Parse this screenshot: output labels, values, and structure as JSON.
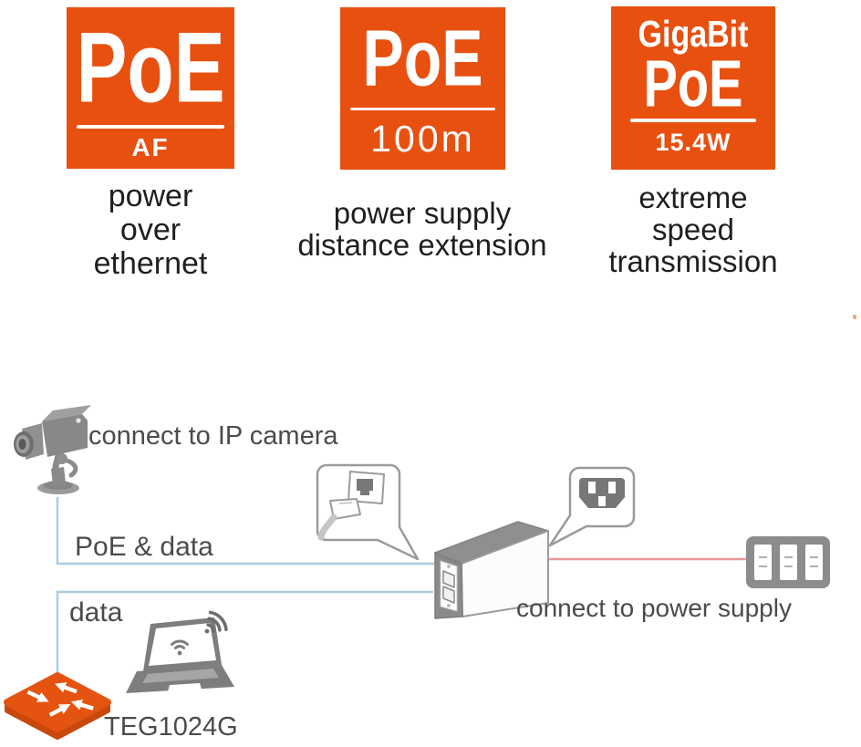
{
  "features": [
    {
      "logo_main": "PoE",
      "logo_sub": "AF",
      "caption": "power\nover\nethernet"
    },
    {
      "logo_main": "PoE",
      "logo_sub": "100m",
      "caption": "power supply\ndistance extension"
    },
    {
      "logo_top": "GigaBit",
      "logo_main": "PoE",
      "logo_sub": "15.4W",
      "caption": "extreme\nspeed\ntransmission"
    }
  ],
  "diagram": {
    "camera_label": "connect to IP camera",
    "poe_data_label": "PoE & data",
    "data_label": "data",
    "switch_label": "TEG1024G",
    "power_label": "connect to power supply",
    "icons": {
      "camera": "cctv-camera-icon",
      "laptop": "laptop-wifi-icon",
      "switch": "network-switch-icon",
      "injector": "poe-injector-device",
      "ethernet_callout": "ethernet-jack-and-plug-icon",
      "power_callout": "iec-c14-power-inlet-icon",
      "outlet": "wall-switch-panel-icon"
    }
  },
  "colors": {
    "badge_orange": "#e8500f",
    "switch_orange": "#e55310",
    "switch_orange_dark": "#c9480c",
    "line_blue": "#aacde0",
    "line_red": "#e89a93",
    "device_gray": "#8a8a8a",
    "caption_text": "#1f1f1f",
    "label_text": "#4b4b4b"
  }
}
